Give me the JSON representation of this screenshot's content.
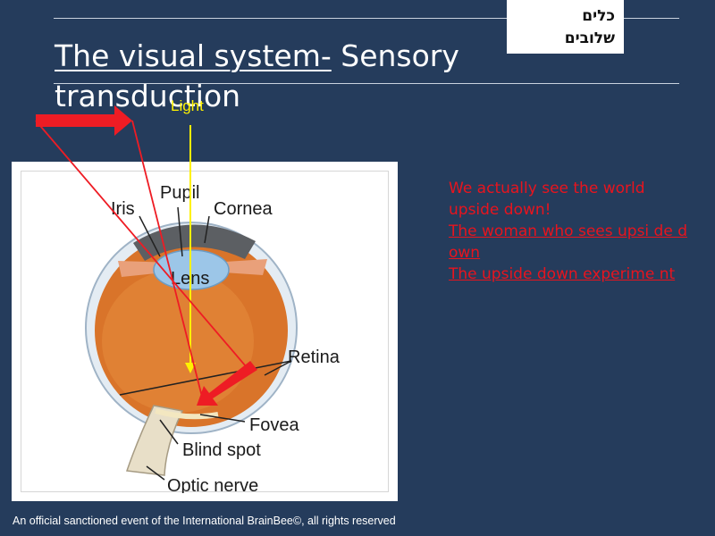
{
  "logo": {
    "line1": "כלים",
    "line2": "שלובים"
  },
  "title": {
    "underlined": "The visual system-",
    "rest": " Sensory transduction"
  },
  "diagram": {
    "light_label": "Light",
    "labels": {
      "pupil": "Pupil",
      "iris": "Iris",
      "cornea": "Cornea",
      "lens": "Lens",
      "retina": "Retina",
      "fovea": "Fovea",
      "blind_spot": "Blind spot",
      "optic_nerve": "Optic nerve"
    },
    "colors": {
      "arrow": "#ee1c24",
      "light_ray": "#fff200",
      "lens": "#9cc6e8",
      "eye": "#d9742a"
    }
  },
  "notes": {
    "statement": "We actually see the world upside down!",
    "link1": "The woman who sees upsi de down",
    "link2": "The upside down experime nt"
  },
  "footer": "An official sanctioned event of the International BrainBee©, all rights reserved"
}
